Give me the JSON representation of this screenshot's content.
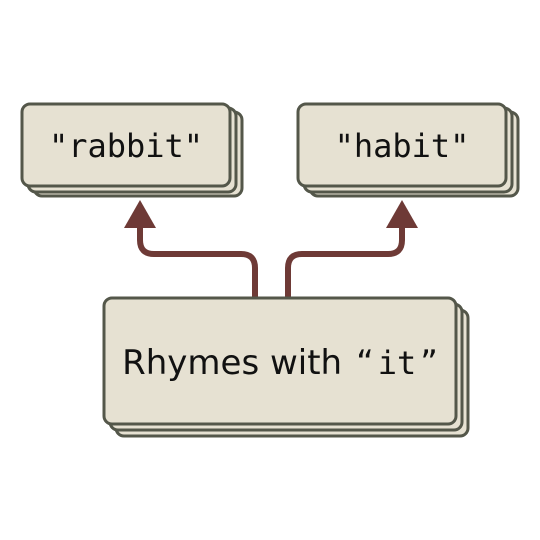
{
  "nodes": {
    "left": {
      "label": "\"rabbit\""
    },
    "right": {
      "label": "\"habit\""
    },
    "bottom": {
      "text": "Rhymes with",
      "quote_open": "“",
      "keyword": "it",
      "quote_close": "”"
    }
  },
  "colors": {
    "card_fill": "#e6e1d2",
    "card_stroke": "#54574a",
    "arrow": "#6e3a36",
    "text": "#111111"
  }
}
